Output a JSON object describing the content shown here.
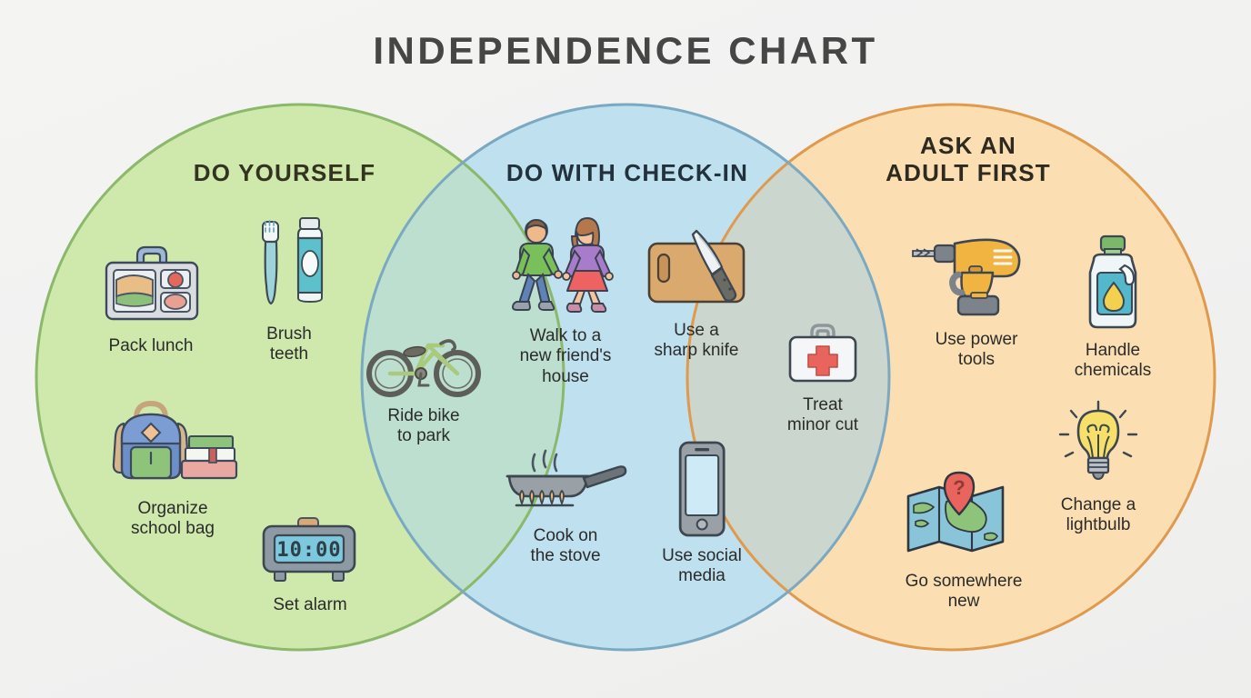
{
  "title": "INDEPENDENCE CHART",
  "background_color": "#f2f2f1",
  "title_color": "#464646",
  "chart_data": {
    "type": "venn",
    "title": "INDEPENDENCE CHART",
    "set_count": 3,
    "overlap_style": "three horizontally-arranged ellipses, adjacent pairs overlap; no triple intersection",
    "sets": [
      {
        "name": "DO YOURSELF",
        "fill": "#cfe9ad",
        "stroke": "#8bb86a",
        "label_color": "#33331f",
        "items": [
          "Pack lunch",
          "Brush teeth",
          "Organize school bag",
          "Set alarm"
        ]
      },
      {
        "name": "DO WITH CHECK-IN",
        "fill": "#bfe0ee",
        "stroke": "#7ba9c2",
        "label_color": "#21323c",
        "items": [
          "Walk to a new friend's house",
          "Use a sharp knife",
          "Cook on the stove",
          "Use social media"
        ]
      },
      {
        "name": "ASK AN ADULT FIRST",
        "fill": "#fbdfb2",
        "stroke": "#e09a4e",
        "label_color": "#2e2a20",
        "items": [
          "Use power tools",
          "Handle chemicals",
          "Go somewhere new",
          "Change a lightbulb"
        ]
      }
    ],
    "intersections": [
      {
        "between": [
          "DO YOURSELF",
          "DO WITH CHECK-IN"
        ],
        "fill": "#bcdfcf",
        "items": [
          "Ride bike to park"
        ]
      },
      {
        "between": [
          "DO WITH CHECK-IN",
          "ASK AN ADULT FIRST"
        ],
        "fill": "#cbd6ce",
        "items": [
          "Treat minor cut"
        ]
      }
    ]
  },
  "zones": {
    "left": {
      "heading": "DO YOURSELF",
      "items": [
        {
          "label": "Pack lunch",
          "icon": "lunchbox-icon"
        },
        {
          "label": "Brush\nteeth",
          "icon": "toothbrush-toothpaste-icon"
        },
        {
          "label": "Organize\nschool bag",
          "icon": "backpack-books-icon"
        },
        {
          "label": "Set alarm",
          "icon": "alarm-clock-icon",
          "clock_display": "10:00"
        }
      ]
    },
    "left_overlap": {
      "items": [
        {
          "label": "Ride bike\nto park",
          "icon": "bicycle-icon"
        }
      ]
    },
    "center": {
      "heading": "DO WITH CHECK-IN",
      "items": [
        {
          "label": "Walk to a\nnew friend's\nhouse",
          "icon": "two-people-walking-icon"
        },
        {
          "label": "Use a\nsharp knife",
          "icon": "knife-cutting-board-icon"
        },
        {
          "label": "Cook on\nthe stove",
          "icon": "frying-pan-stove-icon"
        },
        {
          "label": "Use social\nmedia",
          "icon": "smartphone-icon"
        }
      ]
    },
    "right_overlap": {
      "items": [
        {
          "label": "Treat\nminor cut",
          "icon": "first-aid-kit-icon"
        }
      ]
    },
    "right": {
      "heading": "ASK AN\nADULT FIRST",
      "items": [
        {
          "label": "Use power\ntools",
          "icon": "power-drill-icon"
        },
        {
          "label": "Handle\nchemicals",
          "icon": "chemical-bottle-icon"
        },
        {
          "label": "Go somewhere\nnew",
          "icon": "folded-map-pin-icon"
        },
        {
          "label": "Change a\nlightbulb",
          "icon": "lightbulb-icon"
        }
      ]
    }
  }
}
